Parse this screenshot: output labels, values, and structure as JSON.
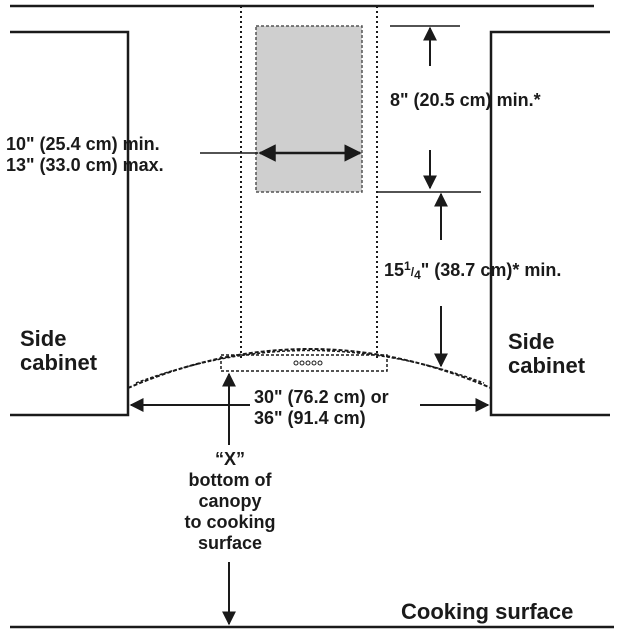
{
  "labels": {
    "side_cabinet_left_line1": "Side",
    "side_cabinet_left_line2": "cabinet",
    "side_cabinet_right_line1": "Side",
    "side_cabinet_right_line2": "cabinet",
    "chimney_width_min": "10\" (25.4 cm) min.",
    "chimney_width_max": "13\" (33.0 cm) max.",
    "top_clearance": "8\" (20.5 cm) min.*",
    "clearance_whole": "15",
    "clearance_num": "1",
    "clearance_den": "4",
    "clearance_rest": "\" (38.7 cm)* min.",
    "width_line1": "30\" (76.2 cm) or",
    "width_line2": "36\" (91.4 cm)",
    "x_line1": "“X”",
    "x_line2": "bottom of",
    "x_line3": "canopy",
    "x_line4": "to cooking",
    "x_line5": "surface",
    "cooking_surface": "Cooking surface"
  },
  "colors": {
    "line": "#1a1a1a",
    "shaded_box_fill": "#cfcfcf",
    "shaded_box_stroke": "#555555"
  }
}
